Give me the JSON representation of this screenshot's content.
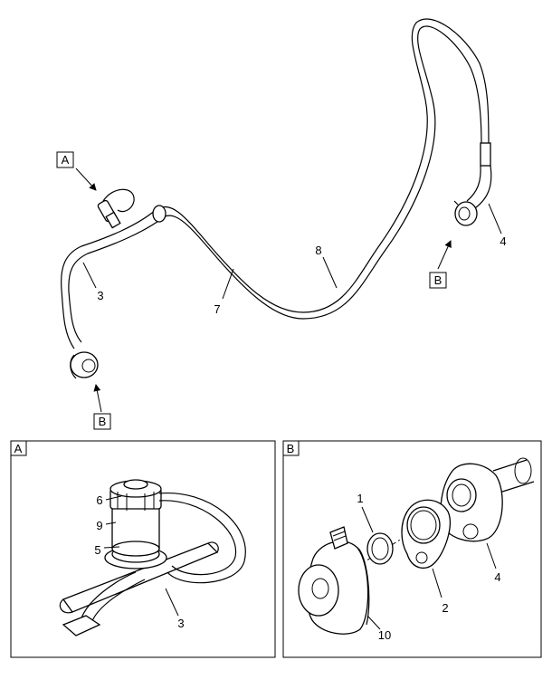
{
  "main_view": {
    "callouts": {
      "ref_a": "A",
      "ref_b_left": "B",
      "ref_b_right": "B",
      "tube_3": "3",
      "tube_7": "7",
      "tube_8": "8",
      "tube_4": "4"
    }
  },
  "detail_a": {
    "tag": "A",
    "callouts": {
      "c6": "6",
      "c9": "9",
      "c5": "5",
      "c3": "3"
    }
  },
  "detail_b": {
    "tag": "B",
    "callouts": {
      "c1": "1",
      "c4": "4",
      "c2": "2",
      "c10": "10"
    }
  }
}
